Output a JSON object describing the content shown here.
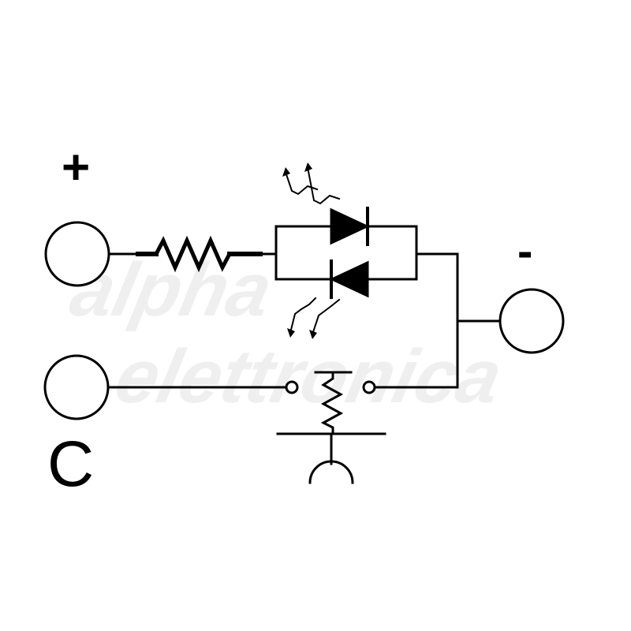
{
  "diagram": {
    "terminals": {
      "plus": "+",
      "minus": "-",
      "common": "C"
    },
    "watermark": {
      "line1": "alpha",
      "line2": "elettronica",
      "mark": "®"
    }
  },
  "colors": {
    "line": "#000000",
    "background": "#ffffff",
    "watermark": "#eeeeee"
  }
}
